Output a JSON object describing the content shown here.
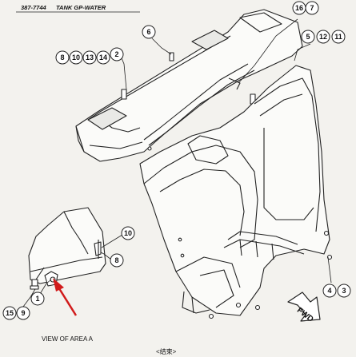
{
  "header": {
    "part_number": "387-7744",
    "title": "TANK GP-WATER"
  },
  "callouts": {
    "top_right_group": [
      "16",
      "7"
    ],
    "right_group": [
      "5",
      "12",
      "11"
    ],
    "upper_left_group": [
      "8",
      "10",
      "13",
      "14",
      "2"
    ],
    "tank_lid": "6",
    "area_a_upper": "10",
    "area_a_lower": "8",
    "bottom_left_group": [
      "15",
      "9"
    ],
    "view_a_item": "1",
    "bottom_right_group": [
      "4",
      "3"
    ]
  },
  "captions": {
    "view_of_area": "VIEW OF AREA A",
    "footer": "<结束>"
  },
  "direction": {
    "label": "FWD"
  },
  "accent": {
    "arrow_color": "#d11b1b"
  }
}
